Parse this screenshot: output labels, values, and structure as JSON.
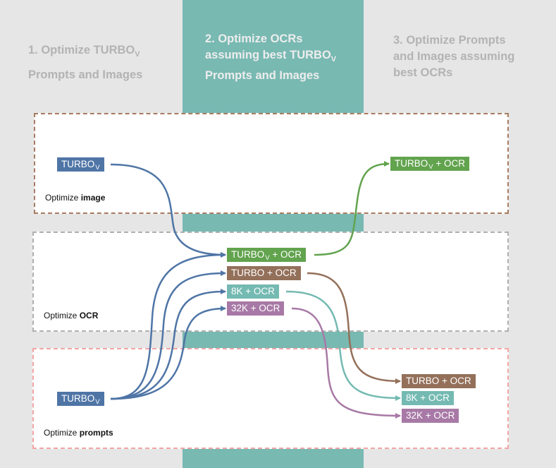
{
  "columns": {
    "step1": {
      "line1": "1. Optimize TURBO",
      "line1_sub": "V",
      "line2": "Prompts and Images"
    },
    "step2": {
      "line1": "2. Optimize OCRs",
      "line2": "assuming best TURBO",
      "line2_sub": "V",
      "line3": "Prompts and Images"
    },
    "step3": {
      "line1": "3. Optimize Prompts",
      "line2": "and Images assuming",
      "line3": "best OCRs"
    }
  },
  "panels": {
    "image": {
      "prefix": "Optimize ",
      "bold": "image"
    },
    "ocr": {
      "prefix": "Optimize ",
      "bold": "OCR"
    },
    "prompts": {
      "prefix": "Optimize ",
      "bold": "prompts"
    }
  },
  "nodes": {
    "turbov_top": {
      "main": "TURBO",
      "sub": "V",
      "rest": ""
    },
    "turbov_ocr_out": {
      "main": "TURBO",
      "sub": "V",
      "rest": " + OCR"
    },
    "turbov_ocr_mid": {
      "main": "TURBO",
      "sub": "V",
      "rest": " + OCR"
    },
    "turbo_ocr_mid": {
      "text": "TURBO + OCR"
    },
    "k8_ocr_mid": {
      "text": "8K + OCR"
    },
    "k32_ocr_mid": {
      "text": "32K + OCR"
    },
    "turbov_bottom": {
      "main": "TURBO",
      "sub": "V",
      "rest": ""
    },
    "turbo_ocr_out": {
      "text": "TURBO + OCR"
    },
    "k8_ocr_out": {
      "text": "8K + OCR"
    },
    "k32_ocr_out": {
      "text": "32K + OCR"
    }
  },
  "colors": {
    "turbov": "#4f75a6",
    "turbov_ocr": "#62a34e",
    "turbo_ocr": "#94705a",
    "k8_ocr": "#74bab2",
    "k32_ocr": "#a879a6",
    "column_mid": "#78b9b2",
    "column_side": "#e6e6e6"
  }
}
